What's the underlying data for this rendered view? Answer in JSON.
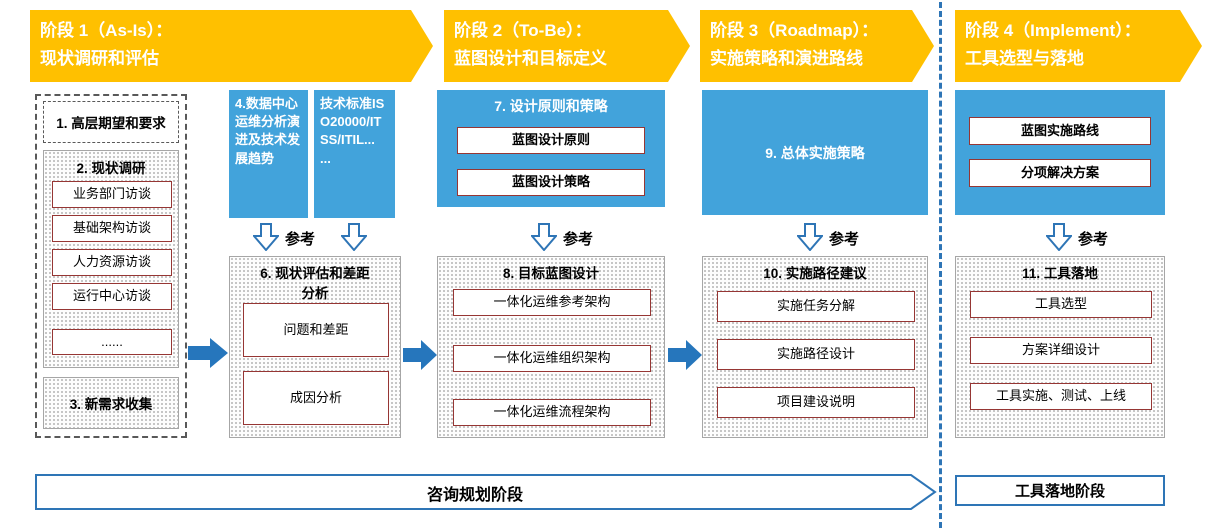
{
  "colors": {
    "phase_banner_orange": "#FFC000",
    "info_blue": "#42A3DB",
    "arrow_blue": "#2676BC",
    "outline_blue": "#2E75B6",
    "box_border_red": "#963634"
  },
  "labels": {
    "ref": "参考"
  },
  "phases": [
    {
      "line1": "阶段 1（As-Is）：",
      "line2": "现状调研和评估"
    },
    {
      "line1": "阶段 2（To-Be）：",
      "line2": "蓝图设计和目标定义"
    },
    {
      "line1": "阶段 3（Roadmap）：",
      "line2": "实施策略和演进路线"
    },
    {
      "line1": "阶段 4（Implement）：",
      "line2": "工具选型与落地"
    }
  ],
  "as_is": {
    "expectation_box": "1. 高层期望和要求",
    "survey_title": "2. 现状调研",
    "survey_items": [
      "业务部门访谈",
      "基础架构访谈",
      "人力资源访谈",
      "运行中心访谈",
      "......"
    ],
    "new_requirements_box": "3. 新需求收集",
    "reference_box_trend": "4.数据中心运维分析演进及技术发展趋势",
    "reference_box_standards": "技术标准ISO20000/ITSS/ITIL... ...",
    "evaluation_title": "6. 现状评估和差距分析",
    "evaluation_items": [
      "问题和差距",
      "成因分析"
    ]
  },
  "to_be": {
    "principles_title": "7. 设计原则和策略",
    "principles_items": [
      "蓝图设计原则",
      "蓝图设计策略"
    ],
    "blueprint_title": "8. 目标蓝图设计",
    "blueprint_items": [
      "一体化运维参考架构",
      "一体化运维组织架构",
      "一体化运维流程架构"
    ]
  },
  "roadmap": {
    "strategy_box": "9. 总体实施策略",
    "path_title": "10. 实施路径建议",
    "path_items": [
      "实施任务分解",
      "实施路径设计",
      "项目建设说明"
    ]
  },
  "implement": {
    "plan_items": [
      "蓝图实施路线",
      "分项解决方案"
    ],
    "landing_title": "11. 工具落地",
    "landing_items": [
      "工具选型",
      "方案详细设计",
      "工具实施、测试、上线"
    ]
  },
  "footer": {
    "consulting_label": "咨询规划阶段",
    "tooling_label": "工具落地阶段"
  }
}
